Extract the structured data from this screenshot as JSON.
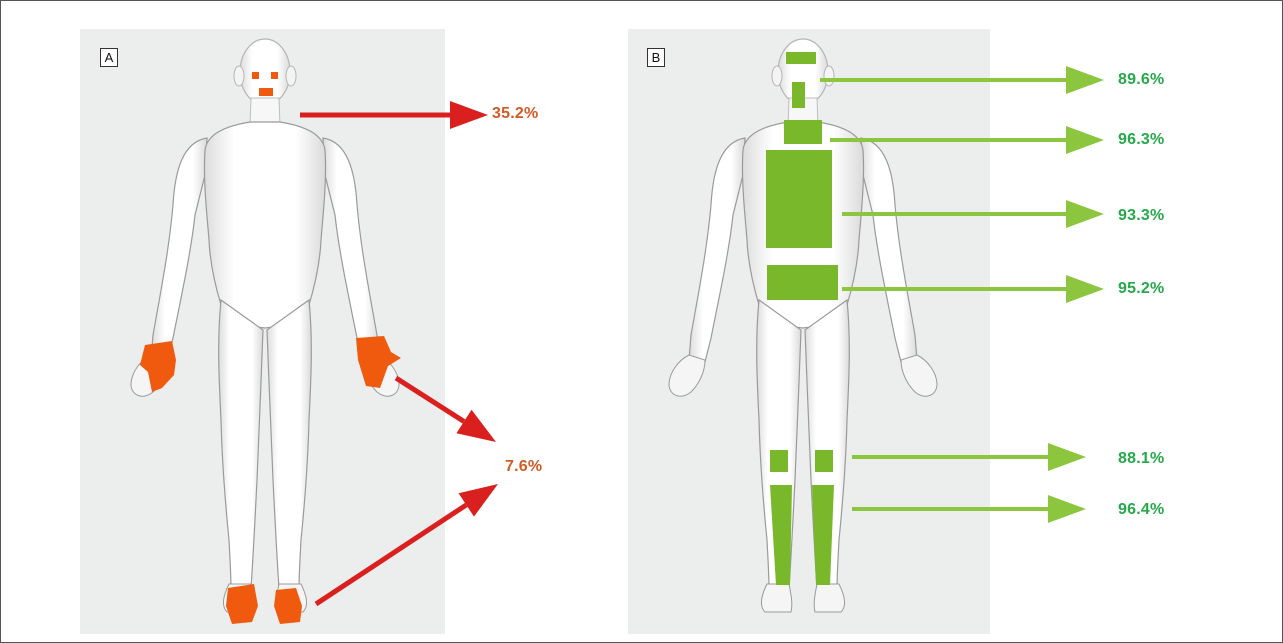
{
  "panels": [
    {
      "label": "A",
      "marker_color": "#f05a0f",
      "arrow_color": "#d9201e",
      "regions": [
        {
          "name": "face",
          "percent": "35.2%"
        },
        {
          "name": "hands-and-feet",
          "percent": "7.6%"
        }
      ]
    },
    {
      "label": "B",
      "marker_color": "#78b82a",
      "arrow_color": "#8cc63f",
      "regions": [
        {
          "name": "head",
          "percent": "89.6%"
        },
        {
          "name": "neck",
          "percent": "96.3%"
        },
        {
          "name": "chest",
          "percent": "93.3%"
        },
        {
          "name": "abdomen",
          "percent": "95.2%"
        },
        {
          "name": "knees",
          "percent": "88.1%"
        },
        {
          "name": "lower-legs",
          "percent": "96.4%"
        }
      ]
    }
  ],
  "colors": {
    "label_text_red": "#d15a26",
    "label_text_green": "#27a84a",
    "panel_background": "#eceded"
  }
}
